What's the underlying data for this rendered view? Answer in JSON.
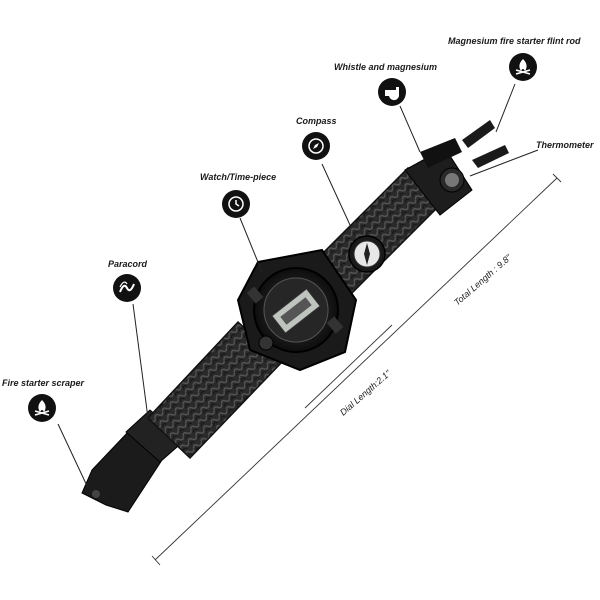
{
  "labels": {
    "magnesium_rod": "Magnesium fire starter flint rod",
    "whistle": "Whistle and magnesium",
    "thermometer": "Thermometer",
    "compass": "Compass",
    "watch": "Watch/Time-piece",
    "paracord": "Paracord",
    "fire_scraper": "Fire starter scraper"
  },
  "dimensions": {
    "total_length": "Total Length : 9.8\"",
    "dial_length": "Dial Length:2.1\""
  },
  "icons": {
    "magnesium_rod": "campfire-icon",
    "whistle": "whistle-icon",
    "compass": "compass-icon",
    "watch": "clock-icon",
    "paracord": "rope-icon",
    "fire_scraper": "campfire-icon"
  },
  "colors": {
    "band": "#2b2b2b",
    "icon_bg": "#111111",
    "line": "#333333"
  }
}
